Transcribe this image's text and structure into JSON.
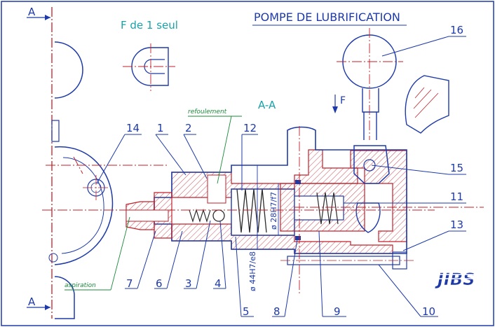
{
  "title": "POMPE DE LUBRIFICATION",
  "view_f": "F de 1 seul",
  "section_label": "A-A",
  "section_marker": "A",
  "arrow_label": "F",
  "annotations": {
    "refoulement": "refoulement",
    "aspiration": "aspiration",
    "dim_28": "ø 28H7/f7",
    "dim_44": "ø 44H7/e8",
    "logo": "JIBS"
  },
  "callouts": [
    "1",
    "2",
    "12",
    "14",
    "16",
    "15",
    "11",
    "13",
    "7",
    "6",
    "3",
    "4",
    "5",
    "8",
    "9",
    "10"
  ],
  "colors": {
    "outline": "#1e3aa8",
    "section": "#c0202a",
    "title": "#1e3aa8",
    "view_note": "#18a2a8",
    "annotation": "#1a8a3a"
  }
}
